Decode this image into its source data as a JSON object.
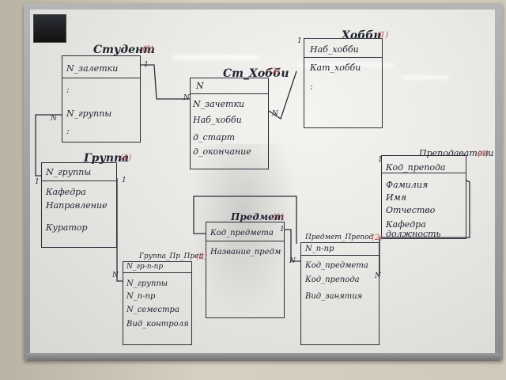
{
  "entities": {
    "student": {
      "title": "Студент",
      "num": "(2)",
      "fields": [
        "N_залетки",
        ":",
        "N_группы",
        ":"
      ]
    },
    "st_hobby": {
      "title": "Ст_Хобби",
      "num": "(3)",
      "key": "N",
      "fields": [
        "N_зачетки",
        "Наб_хобби",
        "д_старт",
        "д_окончание"
      ]
    },
    "hobby": {
      "title": "Хобби",
      "num": "(1)",
      "fields": [
        "Наб_хобби",
        "Кат_хобби",
        ":"
      ]
    },
    "group": {
      "title": "Группа",
      "num": "(1)",
      "fields": [
        "N_группы",
        "Кафедра",
        "Направление",
        "Куратор"
      ]
    },
    "teacher": {
      "title": "Преподаватели",
      "num": "(4)",
      "fields": [
        "Код_препода",
        "Фамилия",
        "Имя",
        "Отчество",
        "Кафедра",
        "должность"
      ]
    },
    "subject": {
      "title": "Предмет",
      "num": "(1)",
      "fields": [
        "Код_предмета",
        "Название_предм"
      ]
    },
    "subject_teacher": {
      "title": "Предмет_Препод",
      "num": "(2)",
      "fields": [
        "N_п-пр",
        "Код_предмета",
        "Код_препода",
        "Вид_занятия"
      ]
    },
    "group_subject": {
      "title": "Группа_Пр_Преп",
      "num": "(2)",
      "fields": [
        "N_гр-п-пр",
        "N_группы",
        "N_п-пр",
        "N_семестра",
        "Вид_контроля"
      ]
    }
  },
  "relations": {
    "one": "1",
    "many": "N"
  }
}
